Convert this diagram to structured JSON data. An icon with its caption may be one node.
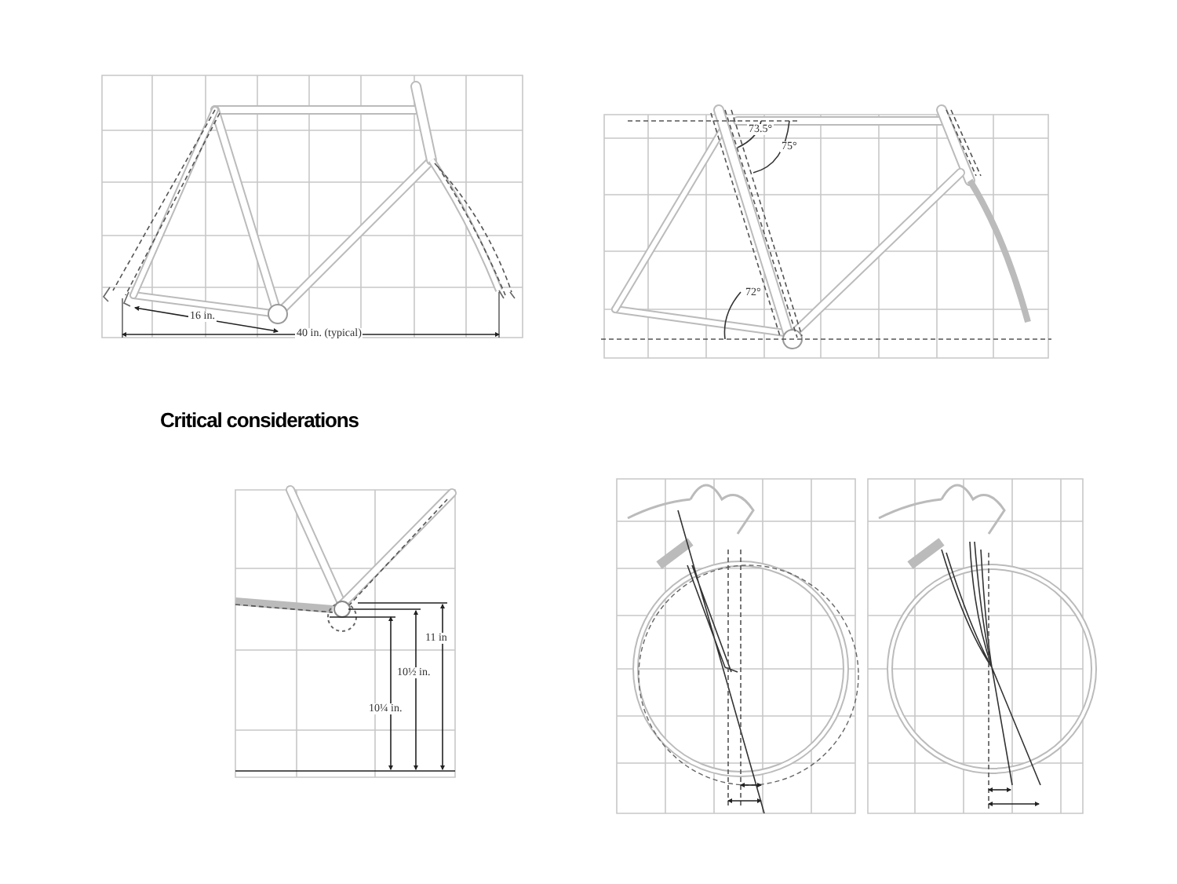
{
  "diagram": {
    "title": "Critical considerations",
    "labels": [
      "16 in.",
      "40 in. (typical)",
      "73.5°",
      "75°",
      "72°",
      "11 in",
      "10½ in.",
      "10¼ in."
    ]
  }
}
